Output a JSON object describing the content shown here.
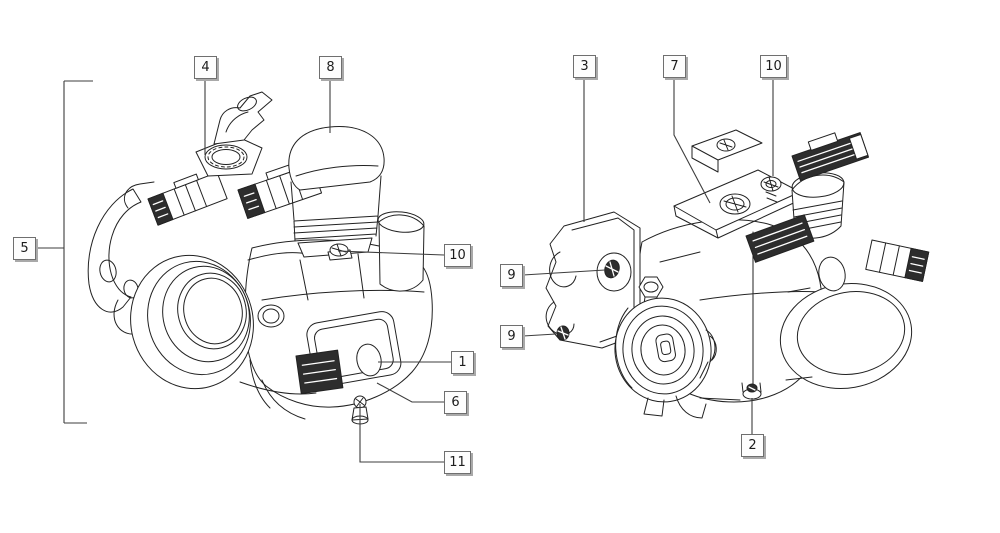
{
  "colors": {
    "background": "#ffffff",
    "line": "#222222",
    "leader_line": "#3d3d3d",
    "label_background": "#fdfdfd",
    "label_border": "#6f6f6f",
    "label_shadow": "#a9a9a9",
    "label_text": "#1c1c1c",
    "dark_fill": "#2d2d2d"
  },
  "callouts": {
    "left_view": [
      {
        "number": "4"
      },
      {
        "number": "8"
      },
      {
        "number": "5"
      },
      {
        "number": "10"
      },
      {
        "number": "1"
      },
      {
        "number": "6"
      },
      {
        "number": "11"
      }
    ],
    "right_view": [
      {
        "number": "3"
      },
      {
        "number": "7"
      },
      {
        "number": "10"
      },
      {
        "number": "9"
      },
      {
        "number": "9"
      },
      {
        "number": "2"
      }
    ]
  }
}
